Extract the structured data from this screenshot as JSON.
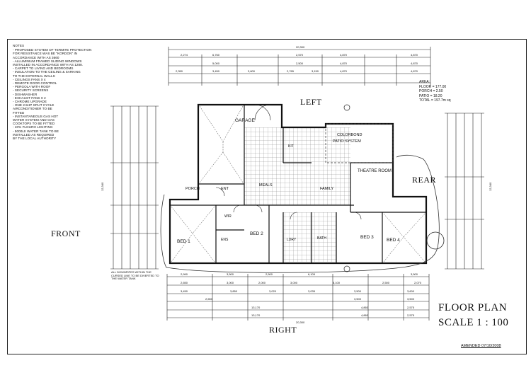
{
  "notes": {
    "heading": "NOTES",
    "items": [
      "- PROPOSED SYSTEM OF TERMITE PROTECTION",
      "  FOR RESISTANCE WAS BE \"KORDON\" IN",
      "  ACCORDANCE WITH AS 3660",
      "- ALLUMINIUM FRAMED SLIDING WINDOWS",
      "  INSTALLED IN ACCORDANCE WITH AS 1288.",
      "- CARPET TO LIVING AND BEDROOMS",
      "- INSULATION TO THE CEILING & SARKING",
      "  TO THE EXTERNAL WALLS",
      "- CEILINGS FANS X 4",
      "- REMOTE DOOR CONTROL",
      "- PERGOLA WITH ROOF",
      "- SECURITY SCREENS",
      "- DISHWASHER",
      "- EXHAUST FANS X 2",
      "- CHROME UPGRADE",
      "- ONE 2.5HP SPLIT CYCLE",
      "  AIRCONDITIONER TO BE",
      "  FITTED",
      "- INSTANTANEOUS GAS HOT",
      "  WATER SYSTEM AND GAS",
      "  COOKTOPS TO BE FITTED",
      "- 40% FLOURO LIGHTING",
      "- 5000Ltr WATER TANK TO BE",
      "  INSTALLED AS REQUIRED",
      "  BY THE LOCAL AUTHORITY"
    ]
  },
  "area": {
    "heading": "AREA:",
    "floor": "FLOOR = 177.00",
    "porch": "PORCH = 2.50",
    "patio": "PATIO = 18.20",
    "total": "TOTAL = 197.7m sq"
  },
  "sides": {
    "left": "LEFT",
    "front": "FRONT",
    "rear": "REAR",
    "right": "RIGHT"
  },
  "title": {
    "line1": "FLOOR PLAN",
    "line2": "SCALE 1 : 100"
  },
  "amended": "AMENDED 07/10/2008",
  "downpipe_note": "ALL DOWNPIPES WITHIN THE CURSED LINE TO BE DIVERTED TO THE WATER TANK",
  "rooms": {
    "garage": "GARAGE",
    "colorbond": "COLORBOND",
    "patio_system": "PATIO SYSTEM",
    "theatre": "THEATRE ROOM",
    "porch": "PORCH",
    "ent": "ENT",
    "meals": "MEALS",
    "family": "FAMILY",
    "bed1": "BED 1",
    "bed2": "BED 2",
    "bed3": "BED 3",
    "bed4": "BED 4",
    "wir": "WIR",
    "ens": "ENS",
    "laundry": "LDRY",
    "bath": "BATH",
    "kit": "KIT"
  },
  "dimensions": {
    "top_overall": "20,300",
    "top_row1": [
      "2,274",
      "6,760",
      "2,570",
      "4,870",
      "4,870"
    ],
    "top_row2": [
      "5,000",
      "2,500",
      "4,870",
      "4,870"
    ],
    "top_row3": [
      "2,350",
      "3,450",
      "3,600",
      "2,765",
      "3,150",
      "4,870",
      "4,870"
    ],
    "bottom_overall": "20,300",
    "bottom_row1": [
      "2,990",
      "3,500",
      "2,500",
      "6,105",
      "3,500"
    ],
    "bottom_row2": [
      "2,650",
      "3,000",
      "2,000",
      "3,000",
      "8,100",
      "2,500",
      "2,070"
    ],
    "bottom_row3": [
      "3,450",
      "3,850",
      "3,020",
      "3,035",
      "3,500",
      "3,600"
    ],
    "bottom_row4": [
      "2,650",
      "3,500",
      "3,500"
    ],
    "bottom_row5": [
      "13,170",
      "4,860",
      "2,575"
    ],
    "bottom_row6": [
      "13,170",
      "4,860",
      "2,575"
    ],
    "left_overall": "12,340",
    "right_overall": "12,340"
  }
}
